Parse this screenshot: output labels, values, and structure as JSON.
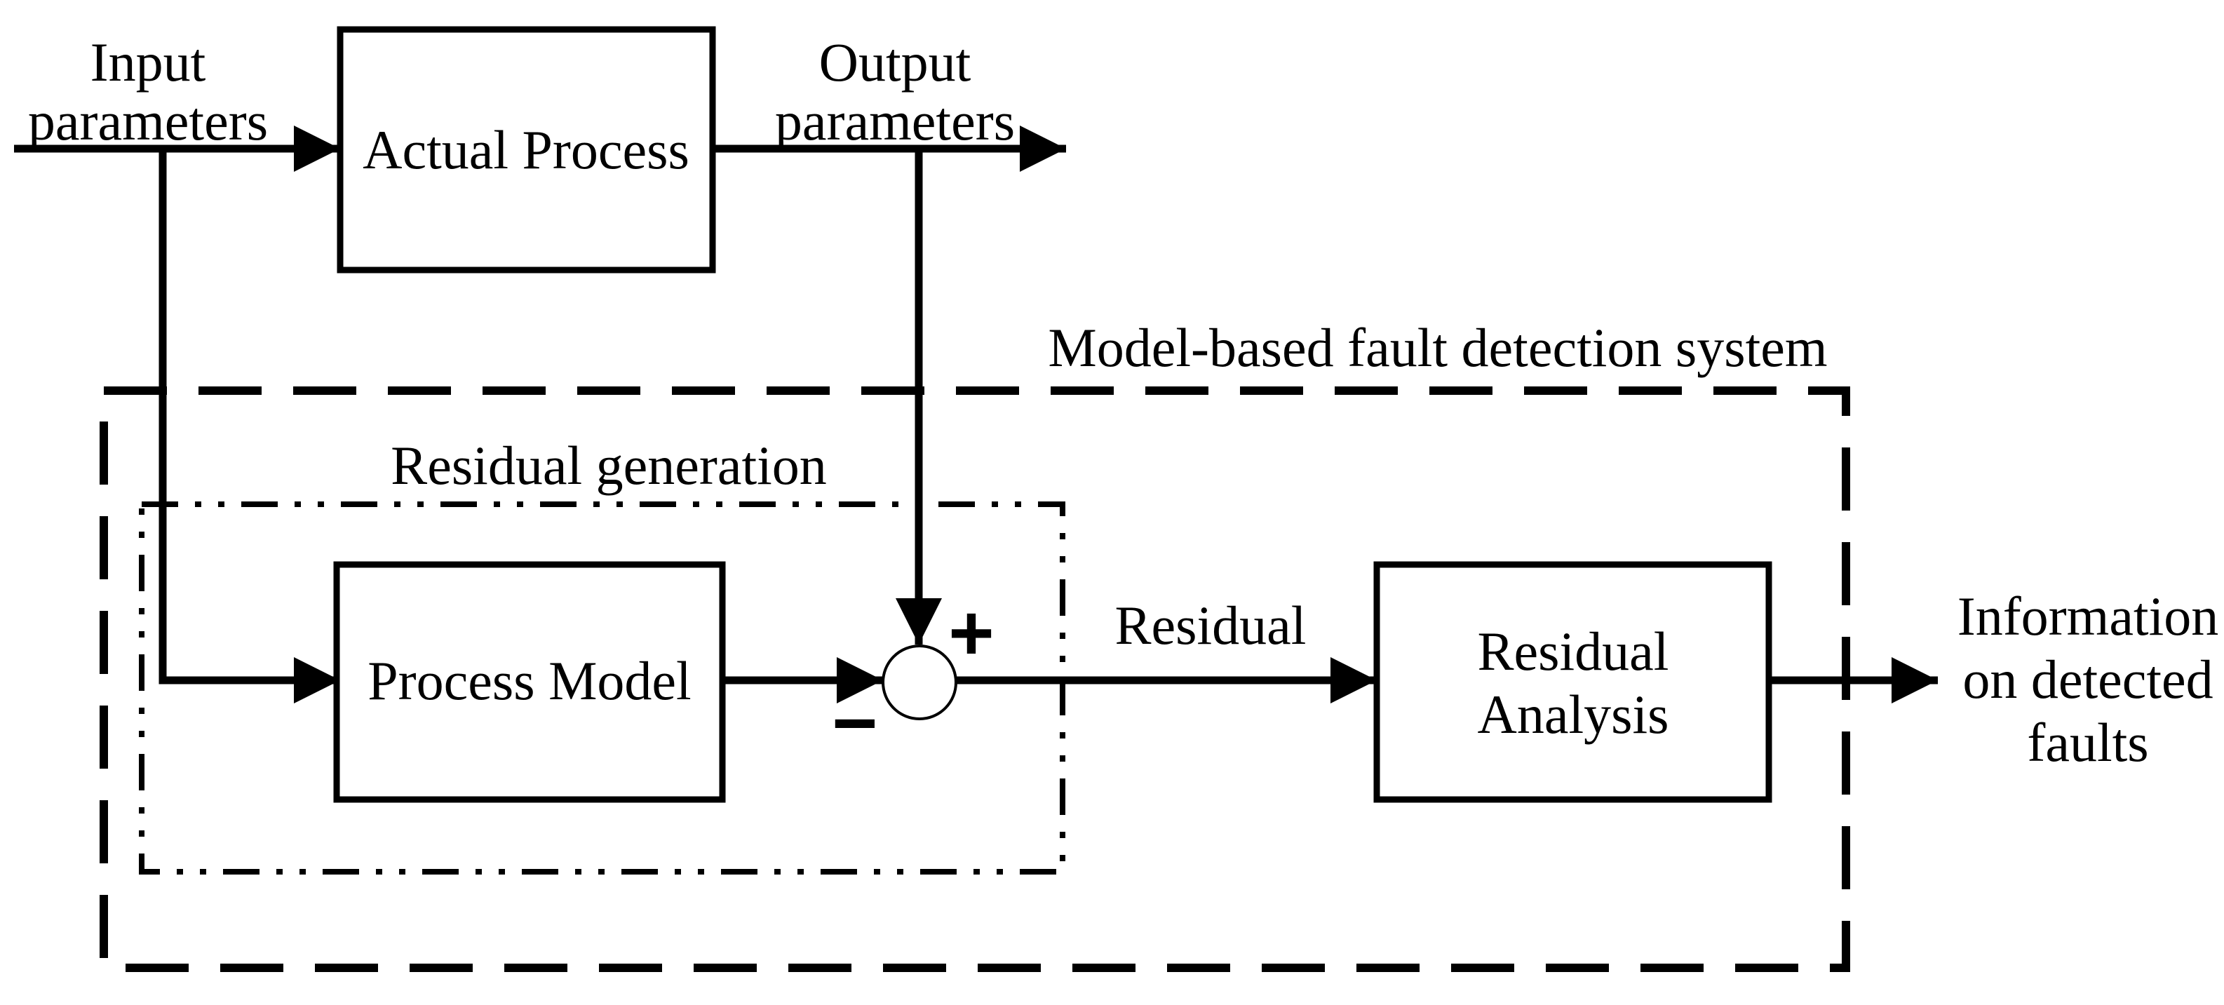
{
  "diagram": {
    "title": "Model-based fault detection system block diagram",
    "colors": {
      "line": "#000000",
      "background": "#ffffff"
    },
    "blocks": {
      "actual_process": {
        "label": "Actual Process"
      },
      "process_model": {
        "label": "Process Model"
      },
      "residual_analysis": {
        "label_line1": "Residual",
        "label_line2": "Analysis"
      }
    },
    "containers": {
      "outer_dashed": {
        "label": "Model-based fault detection system",
        "border_style": "dashed"
      },
      "inner_dashdot": {
        "label": "Residual generation",
        "border_style": "dash-dot-dot"
      }
    },
    "labels": {
      "input": {
        "line1": "Input",
        "line2": "parameters"
      },
      "output": {
        "line1": "Output",
        "line2": "parameters"
      },
      "residual_signal": "Residual",
      "information": {
        "line1": "Information",
        "line2": "on detected",
        "line3": "faults"
      }
    },
    "summing_junction": {
      "plus_sign": "+",
      "minus_sign": "−"
    }
  }
}
